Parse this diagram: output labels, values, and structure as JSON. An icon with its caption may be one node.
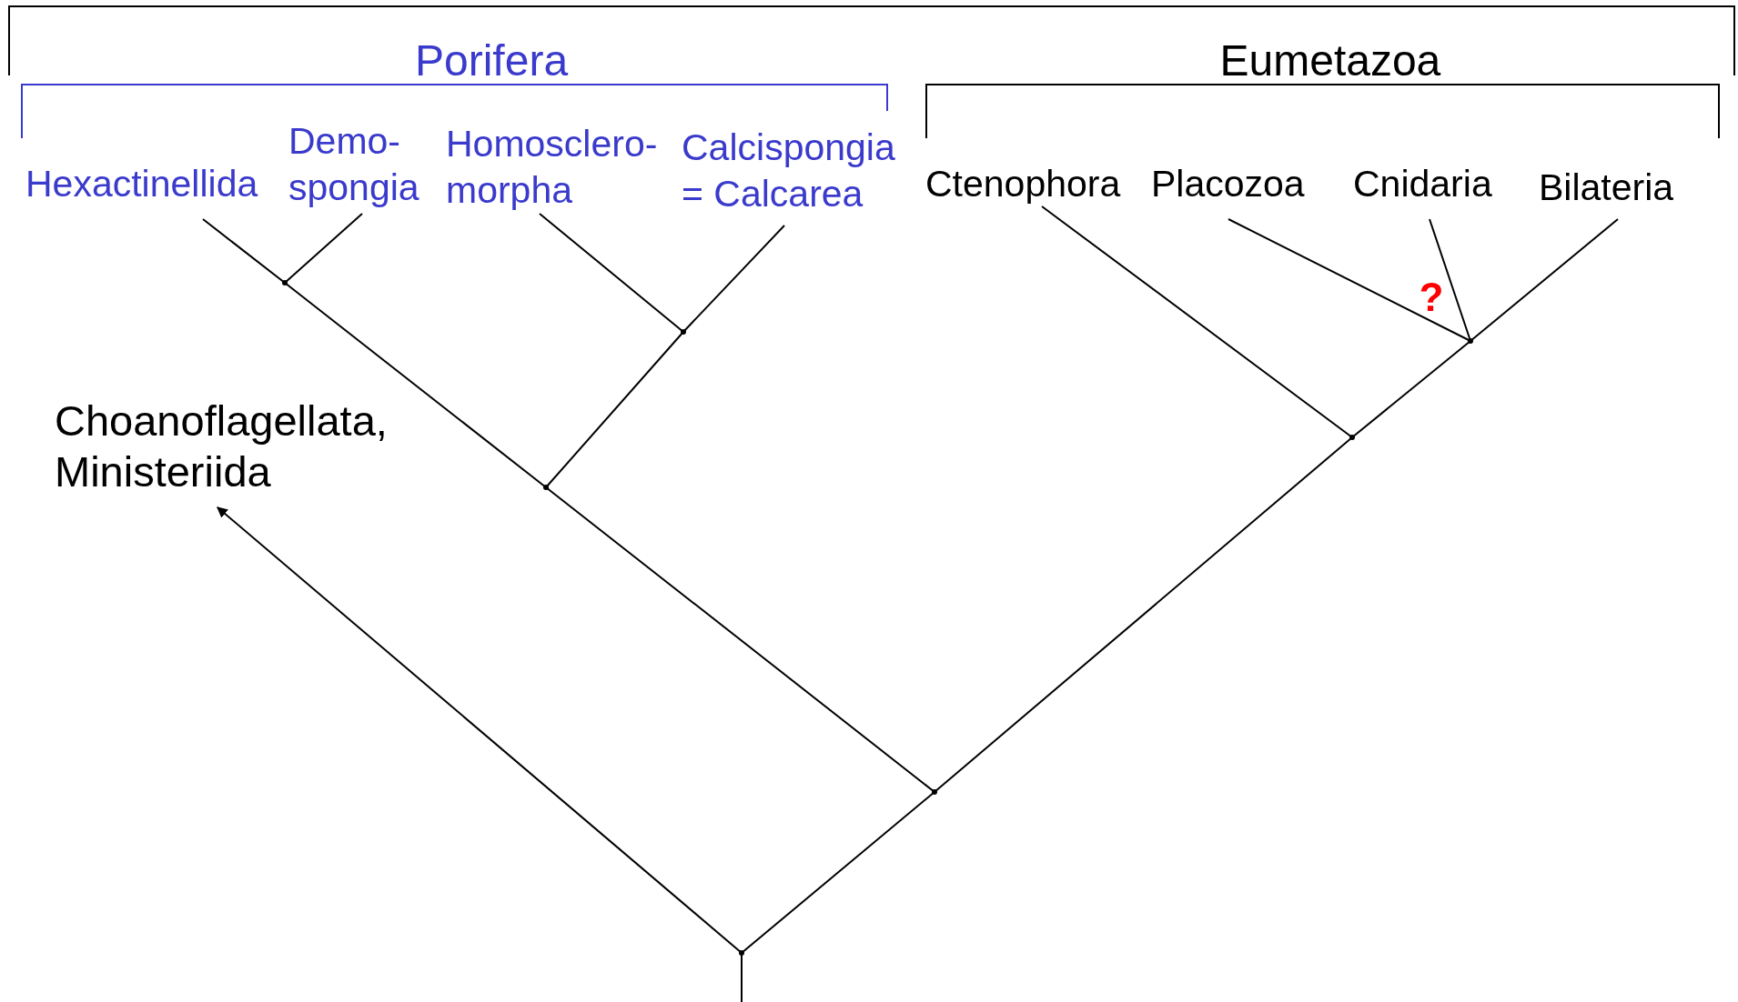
{
  "diagram": {
    "nodes": [
      {
        "text": [
          "Hexactinellida"
        ]
      },
      {
        "text": [
          "Demo- spongia"
        ]
      },
      {
        "text": [
          "Homosclero- morpha"
        ]
      },
      {
        "text": [
          "Calcispongia = Calcarea"
        ]
      },
      {
        "text": [
          "Ctenophora"
        ]
      },
      {
        "text": [
          "Placozoa"
        ]
      },
      {
        "text": [
          "Cnidaria"
        ]
      },
      {
        "text": [
          "Bilateria"
        ]
      },
      {
        "text": [
          "Choanoflagellata, Ministeriida"
        ]
      },
      {
        "text": [],
        "shape": "point"
      },
      {
        "text": [],
        "shape": "point"
      },
      {
        "text": [],
        "shape": "point"
      },
      {
        "text": [],
        "shape": "point"
      },
      {
        "text": [],
        "shape": "point"
      },
      {
        "text": [],
        "shape": "point"
      },
      {
        "text": [],
        "shape": "point"
      }
    ],
    "edges": [
      {
        "from": null,
        "to": 9,
        "arrow": "none"
      },
      {
        "from": 9,
        "to": 8,
        "arrow": "to"
      },
      {
        "from": 9,
        "to": 10,
        "arrow": "none"
      },
      {
        "from": 10,
        "to": 12,
        "arrow": "none"
      },
      {
        "from": 12,
        "to": 11,
        "arrow": "none"
      },
      {
        "from": 11,
        "to": 0,
        "arrow": "none"
      },
      {
        "from": 11,
        "to": 1,
        "arrow": "none"
      },
      {
        "from": 12,
        "to": 13,
        "arrow": "none"
      },
      {
        "from": 13,
        "to": 2,
        "arrow": "none"
      },
      {
        "from": 13,
        "to": 3,
        "arrow": "none"
      },
      {
        "from": 10,
        "to": 14,
        "arrow": "none"
      },
      {
        "from": 14,
        "to": 4,
        "arrow": "none"
      },
      {
        "from": 14,
        "to": 15,
        "arrow": "none"
      },
      {
        "from": 15,
        "to": 5,
        "arrow": "none"
      },
      {
        "from": 15,
        "to": 6,
        "arrow": "none"
      },
      {
        "from": 15,
        "to": 7,
        "arrow": "none"
      }
    ],
    "labels": [
      "Porifera",
      "Eumetazoa",
      "?"
    ]
  }
}
